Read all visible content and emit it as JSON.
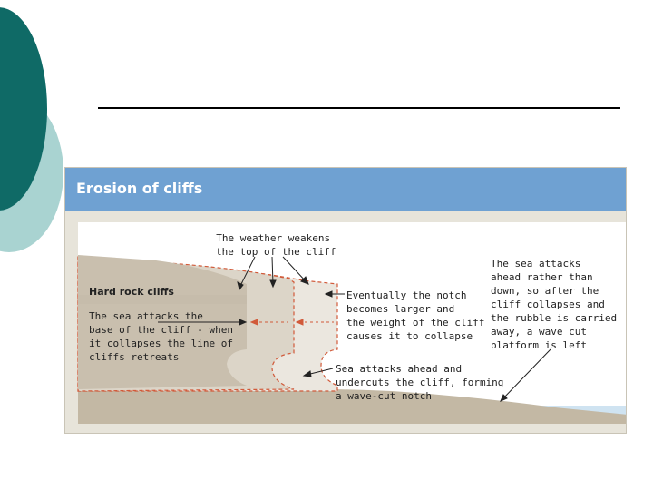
{
  "slide": {
    "title": "",
    "colors": {
      "teal_dark": "#0f6a66",
      "teal_light": "#a9d3d1",
      "rule": "#000000"
    }
  },
  "figure": {
    "title": "Erosion of cliffs",
    "header_color": "#6fa1d2",
    "labels": {
      "hard_rock": "Hard rock cliffs",
      "weather": [
        "The weather weakens",
        "the top of the cliff"
      ],
      "sea_attacks_base": [
        "The sea attacks the",
        "base of the cliff - when",
        "it collapses the line of",
        "cliffs retreats"
      ],
      "notch_collapse": [
        "Eventually the notch",
        "becomes larger and",
        "the weight of the cliff",
        "causes it to collapse"
      ],
      "undercuts": [
        "Sea attacks ahead and",
        "undercuts the cliff, forming",
        "a wave-cut notch"
      ],
      "platform": [
        "The sea attacks",
        "ahead rather than",
        "down, so after the",
        "cliff collapses and",
        "the rubble is carried",
        "away, a wave cut",
        "platform is left"
      ]
    }
  }
}
